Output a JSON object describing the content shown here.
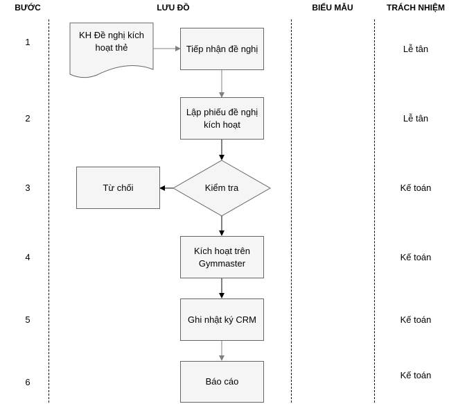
{
  "headers": {
    "step": "BƯỚC",
    "flow": "LƯU ĐỒ",
    "form": "BIỂU MẪU",
    "responsibility": "TRÁCH NHIỆM"
  },
  "steps": [
    "1",
    "2",
    "3",
    "4",
    "5",
    "6"
  ],
  "responsibilities": [
    "Lễ tân",
    "Lễ tân",
    "Kế toán",
    "Kế toán",
    "Kế toán",
    "Kế toán"
  ],
  "nodes": {
    "document": "KH Đề nghị kích hoạt thẻ",
    "receive": "Tiếp nhận đề nghị",
    "create_form": "Lập phiếu đề nghị kích hoạt",
    "check": "Kiểm tra",
    "reject": "Từ chối",
    "activate": "Kích hoạt trên Gymmaster",
    "log_crm": "Ghi nhật ký CRM",
    "report": "Báo cáo"
  },
  "colors": {
    "fill": "#f5f5f5",
    "stroke": "#666666",
    "arrow_gray": "#808080",
    "arrow_black": "#000000"
  }
}
